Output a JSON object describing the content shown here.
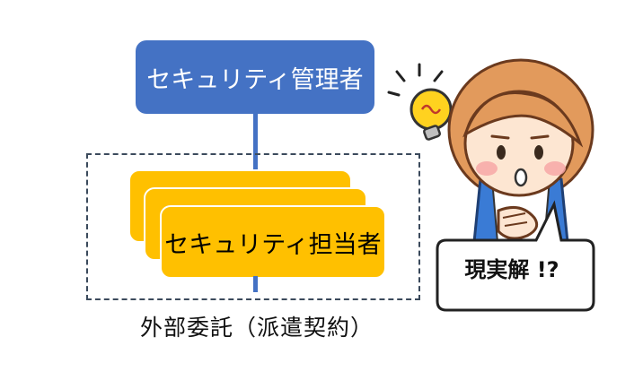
{
  "diagram": {
    "manager_label": "セキュリティ管理者",
    "staff_label": "セキュリティ担当者",
    "group_caption": "外部委託（派遣契約）",
    "speech_text": "現実解 !?"
  },
  "colors": {
    "manager_fill": "#4472C4",
    "staff_fill": "#FFC000",
    "group_border": "#3B4A5C",
    "skin": "#FDE6D2",
    "hair": "#E29A5C",
    "shirt": "#3A7BD5",
    "bulb": "#FFD21F"
  },
  "icons": {
    "person": "girl-surprised",
    "idea": "light-bulb-icon"
  }
}
